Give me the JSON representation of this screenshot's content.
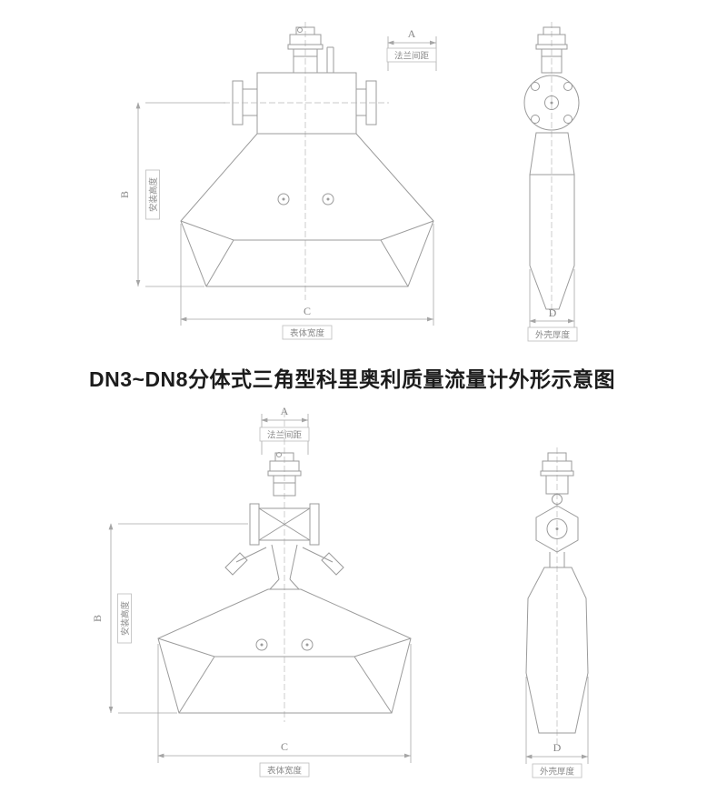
{
  "caption": "DN3~DN8分体式三角型科里奥利质量流量计外形示意图",
  "dims": {
    "a": "A",
    "b": "B",
    "c": "C",
    "d": "D",
    "flange_gap": "法兰间距",
    "install_height": "安装高度",
    "body_width": "表体宽度",
    "shell_thickness": "外壳厚度"
  },
  "colors": {
    "line": "#9b9b9b",
    "label": "#8a8a8a",
    "caption": "#1c1c1c",
    "background": "#ffffff"
  }
}
